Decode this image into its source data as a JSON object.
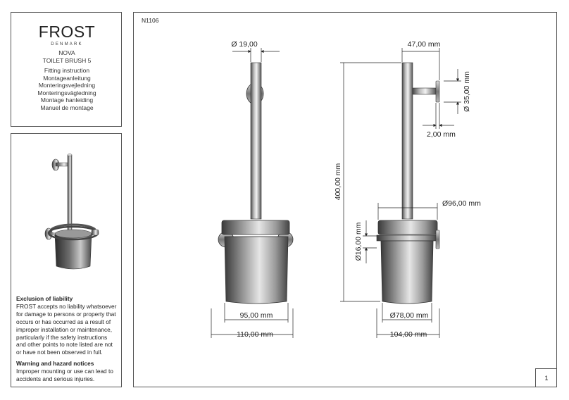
{
  "brand": {
    "name": "FROST",
    "sub": "DENMARK"
  },
  "product": {
    "line1": "NOVA",
    "line2": "TOILET BRUSH 5"
  },
  "instructions": [
    "Fitting instruction",
    "Montageanleitung",
    "Monteringsvejledning",
    "Monteringsvägledning",
    "Montage hanleiding",
    "Manuel de montage"
  ],
  "liability": {
    "title": "Exclusion of liability",
    "lines": [
      "FROST accepts no liability whatsoever",
      "for damage to persons or property that",
      "occurs or has occurred as a result of",
      "improper installation or maintenance,",
      "particularly if the safety instructions",
      "and other points to note listed are not",
      "or have not been observed in full."
    ]
  },
  "warning": {
    "title": "Warning and hazard notices",
    "lines": [
      "Improper mounting or use can lead to",
      "accidents and serious injuries."
    ]
  },
  "document": {
    "number": "N1106",
    "page": "1"
  },
  "dimensions": {
    "rod_diameter": "Ø 19,00",
    "depth": "47,00 mm",
    "disc_diameter": "Ø 35,00 mm",
    "disc_thickness": "2,00 mm",
    "height": "400,00 mm",
    "holder_width": "Ø96,00 mm",
    "bracket_diameter": "Ø16,00 mm",
    "cup_inner": "95,00 mm",
    "cup_outer": "110,00 mm",
    "cup_bottom": "Ø78,00 mm",
    "side_total": "104,00 mm"
  }
}
